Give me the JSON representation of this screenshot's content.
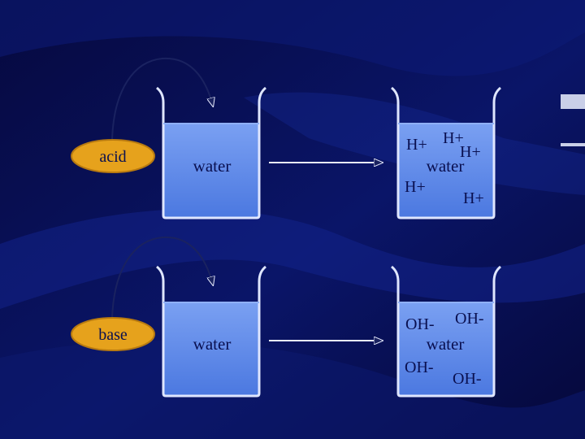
{
  "background": {
    "base_color": "#05083a",
    "wave_color": "#1a2f8a"
  },
  "colors": {
    "water_fill": "#5a86ea",
    "water_highlight": "#8fb0f6",
    "beaker_stroke": "#dfe6ff",
    "ellipse_fill": "#e6a21c",
    "ellipse_stroke": "#b87a10",
    "label_color": "#0a1050",
    "arrow_color": "#e8ecff"
  },
  "top_row": {
    "solute_label": "acid",
    "beaker_label": "water",
    "result_label": "water",
    "ions": [
      "H+",
      "H+",
      "H+",
      "H+",
      "H+"
    ]
  },
  "bottom_row": {
    "solute_label": "base",
    "beaker_label": "water",
    "result_label": "water",
    "ions": [
      "OH-",
      "OH-",
      "OH-",
      "OH-"
    ]
  }
}
